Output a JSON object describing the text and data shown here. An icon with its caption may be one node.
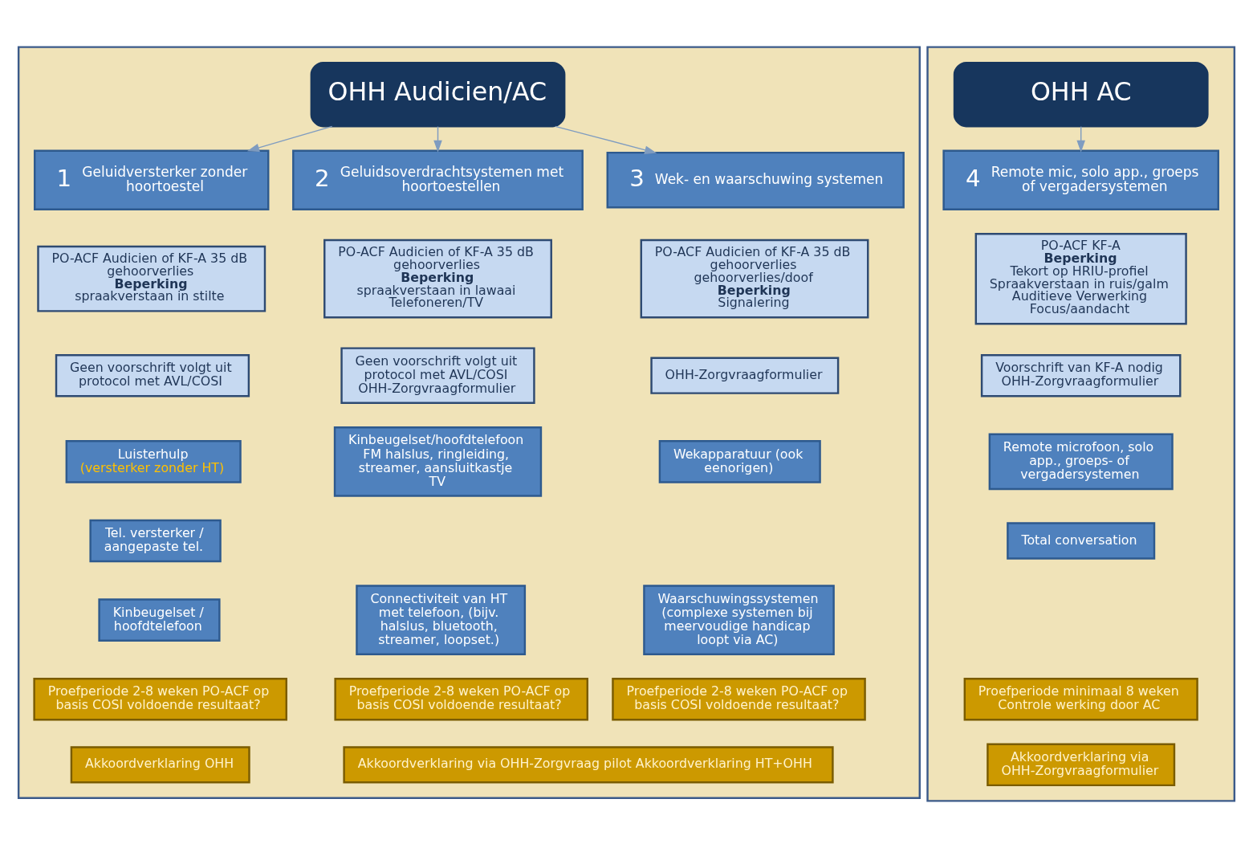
{
  "diagram": {
    "nodes": [
      {
        "text": [],
        "shape": "box"
      },
      {
        "text": [
          "OHH Audicien/AC"
        ],
        "in": 0
      },
      {
        "text": [
          "1",
          "Geluidversterker zonder hoortoestel"
        ],
        "in": 0
      },
      {
        "text": [
          "2",
          "Geluidsoverdrachtsystemen met hoortoestellen"
        ],
        "in": 0
      },
      {
        "text": [
          "3",
          "Wek- en waarschuwing systemen"
        ],
        "in": 0
      },
      {
        "text": [
          "PO-ACF Audicien of KF-A 35 dB gehoorverlies",
          "Beperking",
          "spraakverstaan in stilte"
        ],
        "in": 0
      },
      {
        "text": [
          "Geen voorschrift volgt uit protocol met AVL/COSI"
        ],
        "in": 0
      },
      {
        "text": [
          "Luisterhulp",
          "(versterker zonder HT)"
        ],
        "in": 0
      },
      {
        "text": [
          "Tel. versterker / aangepaste tel."
        ],
        "in": 0
      },
      {
        "text": [
          "Kinbeugelset / hoofdtelefoon"
        ],
        "in": 0
      },
      {
        "text": [
          "Proefperiode 2-8 weken PO-ACF op basis COSI voldoende resultaat?"
        ],
        "in": 0
      },
      {
        "text": [
          "Akkoordverklaring OHH"
        ],
        "in": 0
      },
      {
        "text": [
          "PO-ACF Audicien of KF-A 35 dB gehoorverlies",
          "Beperking",
          "spraakverstaan in lawaai Telefoneren/TV"
        ],
        "in": 0
      },
      {
        "text": [
          "Geen voorschrift volgt uit protocol met AVL/COSI OHH-Zorgvraagformulier"
        ],
        "in": 0
      },
      {
        "text": [
          "Kinbeugelset/hoofdtelefoon FM halslus, ringleiding, streamer, aansluitkastje TV"
        ],
        "in": 0
      },
      {
        "text": [
          "Connectiviteit van HT met telefoon, (bijv. halslus, bluetooth, streamer, loopset.)"
        ],
        "in": 0
      },
      {
        "text": [
          "Proefperiode 2-8 weken PO-ACF op basis COSI voldoende resultaat?"
        ],
        "in": 0
      },
      {
        "text": [
          "Akkoordverklaring via OHH-Zorgvraag pilot Akkoordverklaring HT+OHH"
        ],
        "in": 0
      },
      {
        "text": [
          "PO-ACF Audicien of KF-A 35 dB gehoorverlies gehoorverlies/doof",
          "Beperking",
          "Signalering"
        ],
        "in": 0
      },
      {
        "text": [
          "OHH-Zorgvraagformulier"
        ],
        "in": 0
      },
      {
        "text": [
          "Wekapparatuur (ook eenorigen)"
        ],
        "in": 0
      },
      {
        "text": [
          "Waarschuwingssystemen (complexe systemen bij meervoudige handicap loopt via AC)"
        ],
        "in": 0
      },
      {
        "text": [
          "Proefperiode 2-8 weken PO-ACF op basis COSI voldoende resultaat?"
        ],
        "in": 0
      },
      {
        "text": [],
        "shape": "box"
      },
      {
        "text": [
          "OHH AC"
        ],
        "in": 23
      },
      {
        "text": [
          "4",
          "Remote mic, solo app., groeps of vergadersystemen"
        ],
        "in": 23
      },
      {
        "text": [
          "PO-ACF KF-A",
          "Beperking",
          "Tekort op HRIU-profiel Spraakverstaan in ruis/galm Auditieve Verwerking Focus/aandacht"
        ],
        "in": 23
      },
      {
        "text": [
          "Voorschrift van KF-A nodig OHH-Zorgvraagformulier"
        ],
        "in": 23
      },
      {
        "text": [
          "Remote microfoon, solo app., groeps- of vergadersystemen"
        ],
        "in": 23
      },
      {
        "text": [
          "Total conversation"
        ],
        "in": 23
      },
      {
        "text": [
          "Proefperiode minimaal 8 weken Controle werking door AC"
        ],
        "in": 23
      },
      {
        "text": [
          "Akkoordverklaring via OHH-Zorgvraagformulier"
        ],
        "in": 23
      }
    ],
    "edges": [
      {
        "from": 1,
        "to": 2,
        "arrow": "to"
      },
      {
        "from": 1,
        "to": 3,
        "arrow": "to"
      },
      {
        "from": 1,
        "to": 4,
        "arrow": "to"
      },
      {
        "from": 24,
        "to": 25,
        "arrow": "to"
      }
    ]
  }
}
